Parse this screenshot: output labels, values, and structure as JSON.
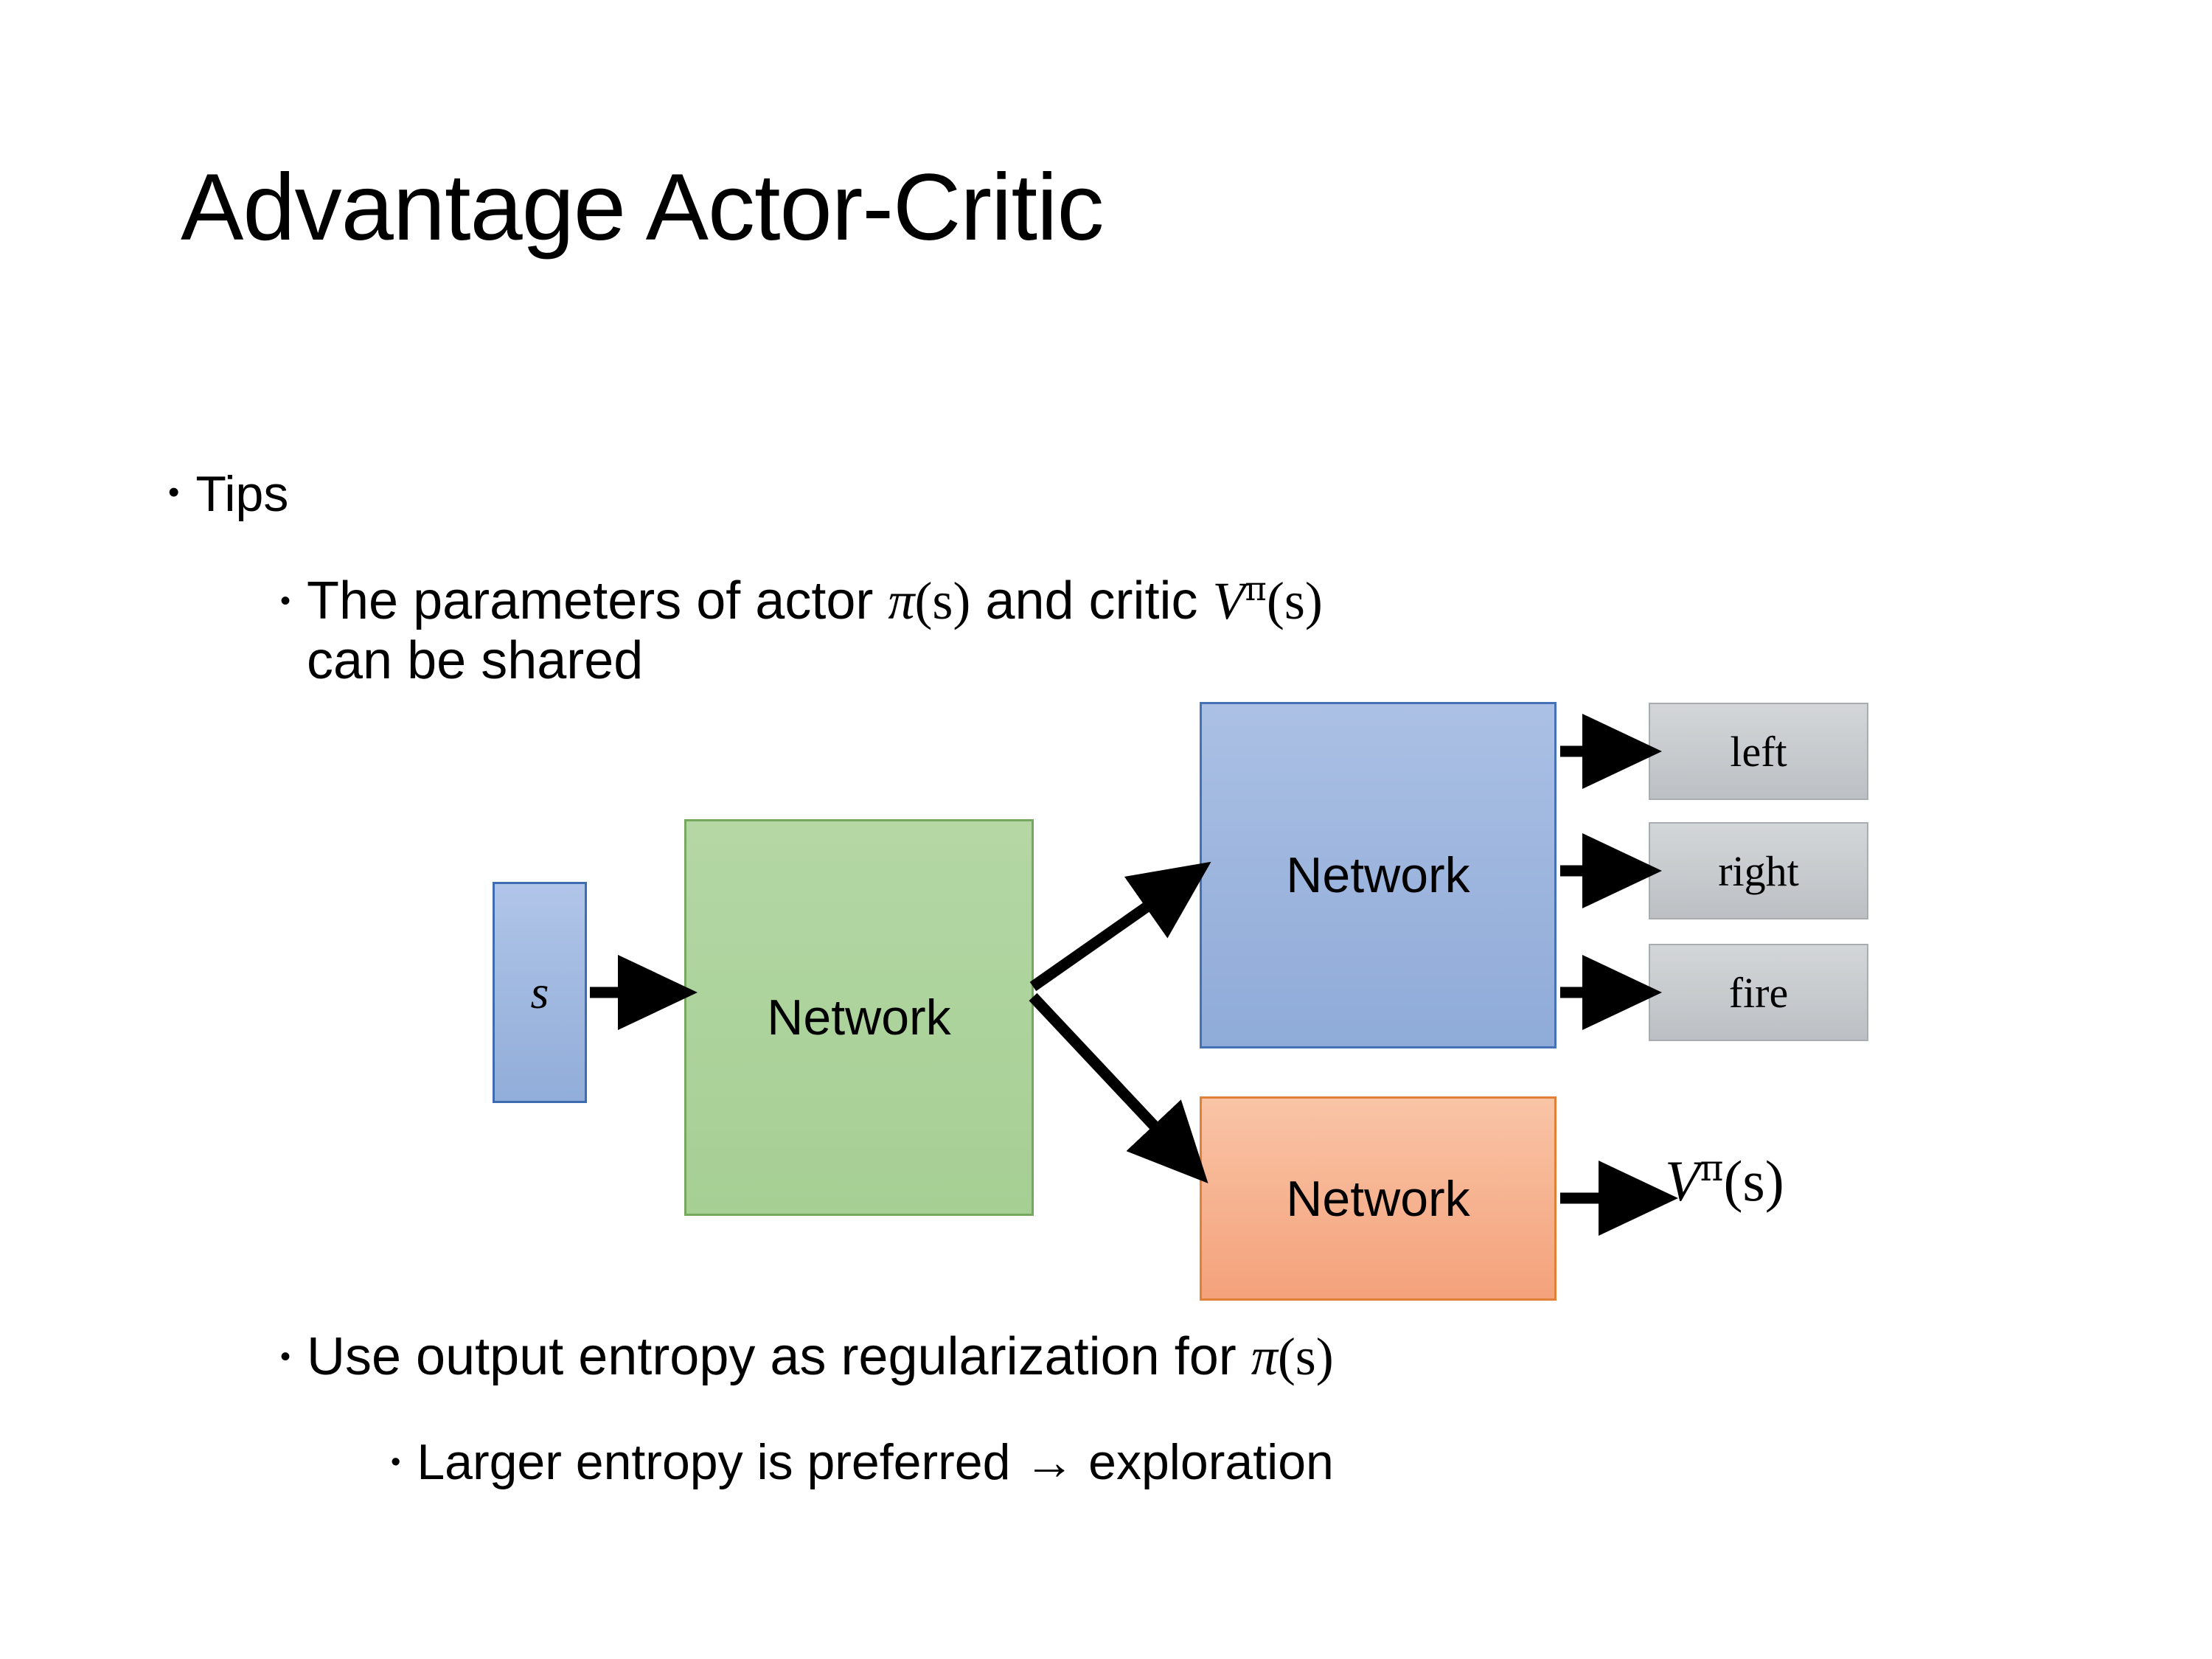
{
  "slide": {
    "title": "Advantage Actor-Critic",
    "background_color": "#ffffff"
  },
  "bullets": {
    "level1": {
      "marker": "•",
      "text": "Tips"
    },
    "params": {
      "marker": "•",
      "text_before_pi": "The parameters of actor ",
      "pi_symbol": "π",
      "pi_args": "(s)",
      "text_middle": "  and critic ",
      "v_symbol": "V",
      "v_superscript": "π",
      "v_args": "(s)",
      "text_after": "can be shared",
      "full_text": "The parameters of actor π(s)  and critic Vπ(s) can be shared"
    },
    "entropy": {
      "marker": "•",
      "text_before": "Use output entropy as regularization for ",
      "pi_symbol": "π",
      "pi_args": "(s)",
      "full_text": "Use output entropy as regularization for π(s)"
    },
    "larger": {
      "marker": "•",
      "text": "Larger entropy is preferred → exploration"
    }
  },
  "diagram": {
    "state_box": {
      "label": "s",
      "fill": "#9cb6dd",
      "border": "#3e6cb0"
    },
    "shared_network": {
      "label": "Network",
      "fill": "#a9d195",
      "border": "#77a85f"
    },
    "actor_network": {
      "label": "Network",
      "fill": "#95b0da",
      "border": "#4572b6"
    },
    "critic_network": {
      "label": "Network",
      "fill": "#f6ab86",
      "border": "#e08137"
    },
    "action_outputs": [
      {
        "label": "left",
        "fill": "#c6cacd"
      },
      {
        "label": "right",
        "fill": "#c6cacd"
      },
      {
        "label": "fire",
        "fill": "#c6cacd"
      }
    ],
    "critic_output": {
      "symbol": "V",
      "superscript": "π",
      "args": "(s)",
      "full_text": "Vπ(s)"
    },
    "arrow_color": "#000000"
  }
}
